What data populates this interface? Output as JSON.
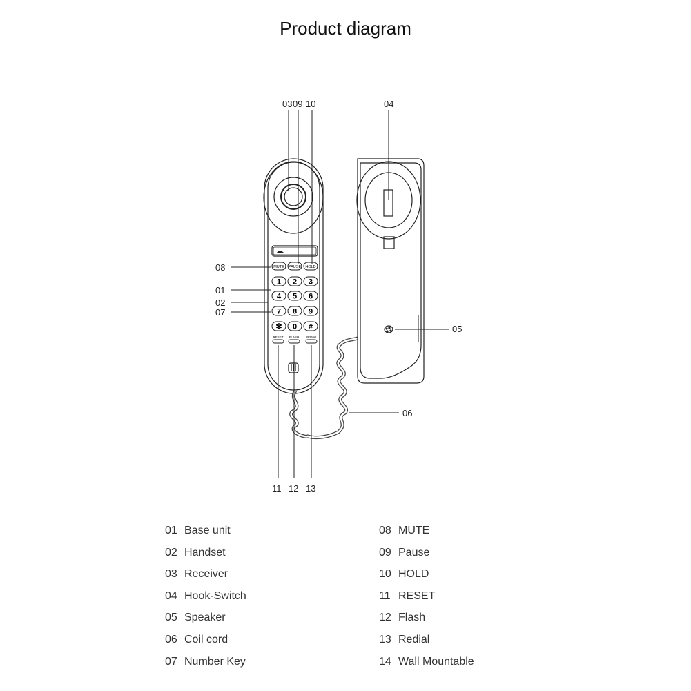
{
  "title": "Product diagram",
  "callouts": [
    "01",
    "02",
    "03",
    "04",
    "05",
    "06",
    "07",
    "08",
    "09",
    "10",
    "11",
    "12",
    "13"
  ],
  "keypad": {
    "function_keys": [
      "MUTE",
      "PAUSE",
      "HOLD"
    ],
    "digit_rows": [
      [
        "1",
        "2",
        "3"
      ],
      [
        "4",
        "5",
        "6"
      ],
      [
        "7",
        "8",
        "9"
      ],
      [
        "✻",
        "0",
        "#"
      ]
    ],
    "bottom_keys": [
      "RESET",
      "FLASH",
      "REDIAL"
    ]
  },
  "legend": {
    "left": [
      {
        "num": "01",
        "label": "Base unit"
      },
      {
        "num": "02",
        "label": "Handset"
      },
      {
        "num": "03",
        "label": "Receiver"
      },
      {
        "num": "04",
        "label": "Hook-Switch"
      },
      {
        "num": "05",
        "label": "Speaker"
      },
      {
        "num": "06",
        "label": "Coil cord"
      },
      {
        "num": "07",
        "label": "Number Key"
      }
    ],
    "right": [
      {
        "num": "08",
        "label": "MUTE"
      },
      {
        "num": "09",
        "label": "Pause"
      },
      {
        "num": "10",
        "label": "HOLD"
      },
      {
        "num": "11",
        "label": "RESET"
      },
      {
        "num": "12",
        "label": "Flash"
      },
      {
        "num": "13",
        "label": "Redial"
      },
      {
        "num": "14",
        "label": "Wall Mountable"
      }
    ]
  }
}
